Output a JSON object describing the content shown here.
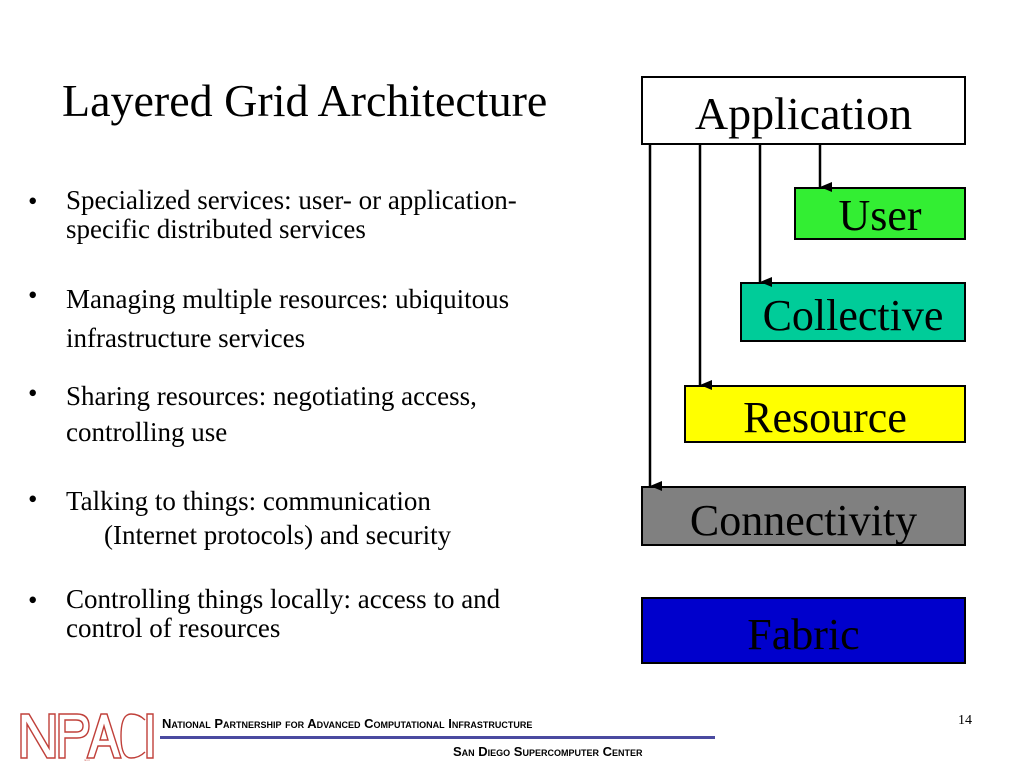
{
  "slide": {
    "title": "Layered Grid Architecture",
    "bullets": [
      {
        "lines": [
          "Specialized services: user- or application-",
          "specific distributed services"
        ]
      },
      {
        "lines": [
          "Managing multiple resources: ubiquitous",
          "infrastructure services"
        ]
      },
      {
        "lines": [
          "Sharing resources: negotiating access,",
          "controlling use"
        ]
      },
      {
        "lines": [
          "Talking to things: communication",
          "(Internet protocols) and security"
        ]
      },
      {
        "lines": [
          "Controlling things locally: access to and",
          "control of resources"
        ]
      }
    ],
    "bullet_symbol": "•",
    "layers": [
      {
        "label": "Application",
        "color": "#ffffff"
      },
      {
        "label": "User",
        "color": "#33ee33"
      },
      {
        "label": "Collective",
        "color": "#00cc99"
      },
      {
        "label": "Resource",
        "color": "#ffff00"
      },
      {
        "label": "Connectivity",
        "color": "#808080"
      },
      {
        "label": "Fabric",
        "color": "#0000cc"
      }
    ],
    "page_number": "14"
  },
  "footer": {
    "logo_text": "NPACI",
    "line1": "National Partnership for Advanced Computational Infrastructure",
    "line2": "San Diego Supercomputer Center",
    "accent_color": "#4a4aa0"
  }
}
